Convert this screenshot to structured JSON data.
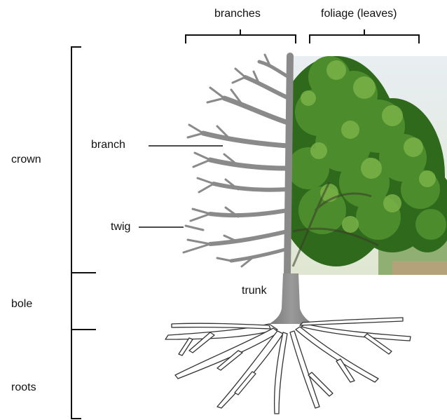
{
  "labels": {
    "branches": "branches",
    "foliage": "foliage (leaves)",
    "branch": "branch",
    "twig": "twig",
    "trunk": "trunk",
    "crown": "crown",
    "bole": "bole",
    "roots": "roots"
  },
  "colors": {
    "bark": "#8a8a8a",
    "bark_dark": "#6f6f6f",
    "leaf_dark": "#2f6a1c",
    "leaf_mid": "#4c8c2c",
    "leaf_light": "#79b248",
    "root_outline": "#333333",
    "bracket": "#111111"
  }
}
